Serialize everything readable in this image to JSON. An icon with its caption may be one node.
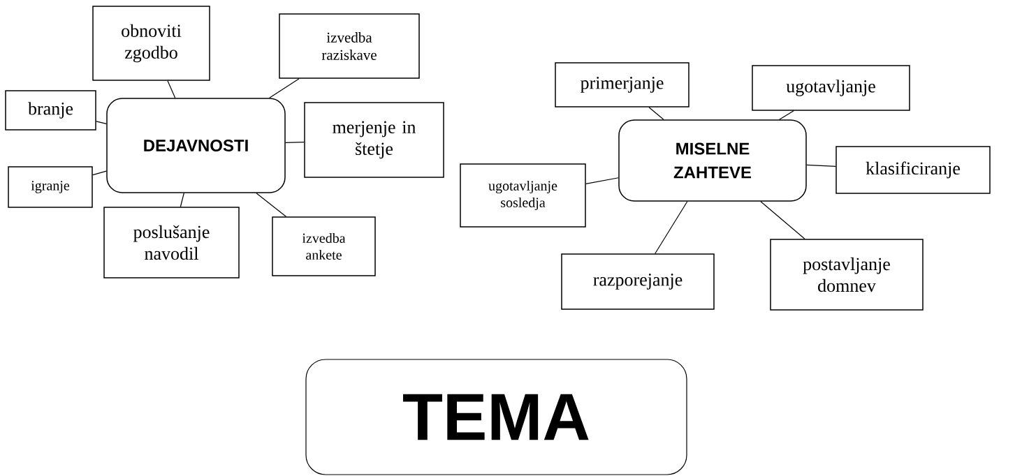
{
  "diagram": {
    "nodes": [
      {
        "text": [
          "DEJAVNOSTI"
        ]
      },
      {
        "text": [
          "obnoviti zgodbo"
        ]
      },
      {
        "text": [
          "izvedba raziskave"
        ]
      },
      {
        "text": [
          "branje"
        ]
      },
      {
        "text": [
          "merjenje in štetje"
        ]
      },
      {
        "text": [
          "igranje"
        ]
      },
      {
        "text": [
          "poslušanje navodil"
        ]
      },
      {
        "text": [
          "izvedba ankete"
        ]
      },
      {
        "text": [
          "MISELNE ZAHTEVE"
        ]
      },
      {
        "text": [
          "primerjanje"
        ]
      },
      {
        "text": [
          "ugotavljanje"
        ]
      },
      {
        "text": [
          "ugotavljanje sosledja"
        ]
      },
      {
        "text": [
          "klasificiranje"
        ]
      },
      {
        "text": [
          "razporejanje"
        ]
      },
      {
        "text": [
          "postavljanje domnev"
        ]
      },
      {
        "text": [
          "TEMA"
        ]
      }
    ],
    "edges": [
      {
        "from": 0,
        "to": 1,
        "arrow": "none"
      },
      {
        "from": 0,
        "to": 2,
        "arrow": "none"
      },
      {
        "from": 0,
        "to": 3,
        "arrow": "none"
      },
      {
        "from": 0,
        "to": 4,
        "arrow": "none"
      },
      {
        "from": 0,
        "to": 5,
        "arrow": "none"
      },
      {
        "from": 0,
        "to": 6,
        "arrow": "none"
      },
      {
        "from": 0,
        "to": 7,
        "arrow": "none"
      },
      {
        "from": 8,
        "to": 9,
        "arrow": "none"
      },
      {
        "from": 8,
        "to": 10,
        "arrow": "none"
      },
      {
        "from": 8,
        "to": 11,
        "arrow": "none"
      },
      {
        "from": 8,
        "to": 12,
        "arrow": "none"
      },
      {
        "from": 8,
        "to": 13,
        "arrow": "none"
      },
      {
        "from": 8,
        "to": 14,
        "arrow": "none"
      }
    ]
  }
}
